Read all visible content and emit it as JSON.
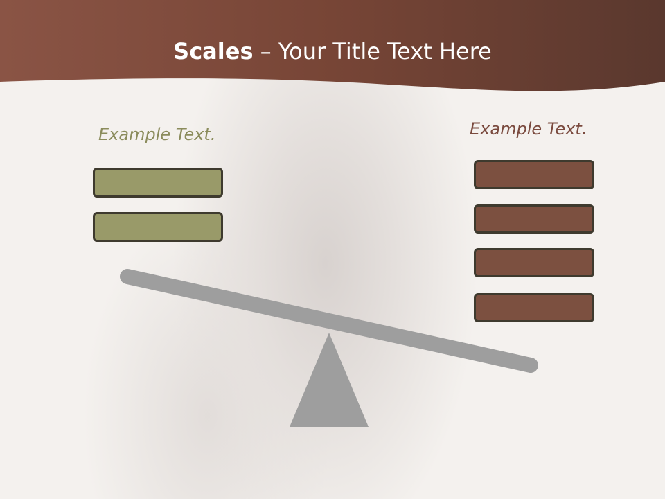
{
  "slide": {
    "title_bold": "Scales",
    "title_rest": " – Your Title Text Here"
  },
  "left_side": {
    "label": "Example Text.",
    "box_count": 2,
    "color": "#999a69"
  },
  "right_side": {
    "label": "Example Text.",
    "box_count": 4,
    "color": "#7c5040"
  },
  "colors": {
    "header": "#7a4a3e",
    "beam_and_fulcrum": "#9e9e9e",
    "box_border": "#3e3a2e"
  }
}
